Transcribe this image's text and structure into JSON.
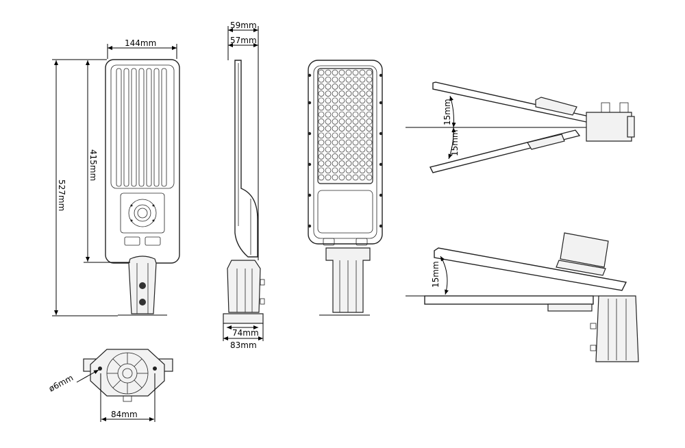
{
  "dimensions": {
    "top_width": "144mm",
    "led_length": "415mm",
    "total_length": "527mm",
    "side_width_total": "59mm",
    "side_width_body": "57mm",
    "mount_inner": "74mm",
    "mount_outer": "83mm",
    "tilt_up": "15mm",
    "tilt_down": "15mm",
    "tilt_single": "15mm",
    "hole_diameter": "ø6mm",
    "base_width": "84mm"
  }
}
